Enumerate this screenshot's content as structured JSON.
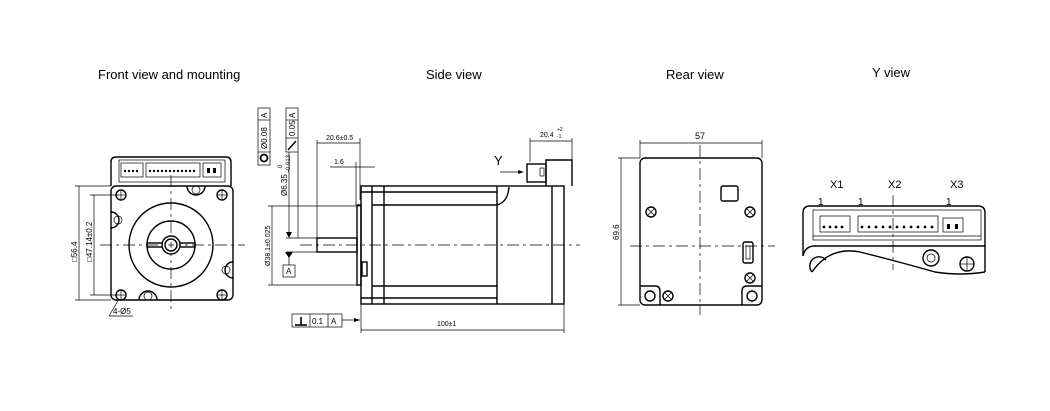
{
  "titles": {
    "front": "Front view and mounting",
    "side": "Side view",
    "rear": "Rear view",
    "y": "Y view"
  },
  "front_view": {
    "outer_square": "□56.4",
    "hole_pitch": "□47.14±0.2",
    "mounting_holes": "4-Ø5"
  },
  "side_view": {
    "concentricity_symbol": "◎",
    "concentricity_tol": "Ø0.08",
    "concentricity_datum": "A",
    "runout_symbol": "↗",
    "runout_tol": "0.05",
    "runout_datum": "A",
    "shaft_dia": "Ø6.35",
    "shaft_dia_upper": "0",
    "shaft_dia_lower": "-0.013",
    "pilot_dia": "Ø38.1±0.025",
    "shaft_length": "20.6±0.5",
    "pilot_depth": "1.6",
    "datum_label": "A",
    "perp_symbol": "⊥",
    "perp_tol": "0.1",
    "perp_datum": "A",
    "body_length": "100±1",
    "connector_len": "20.4",
    "connector_len_upper": "+2",
    "connector_len_lower": "-1",
    "view_arrow": "Y"
  },
  "rear_view": {
    "width": "57",
    "height": "69.6"
  },
  "y_view": {
    "connectors": [
      "X1",
      "X2",
      "X3"
    ],
    "pin1_labels": [
      "1",
      "1",
      "1"
    ]
  }
}
